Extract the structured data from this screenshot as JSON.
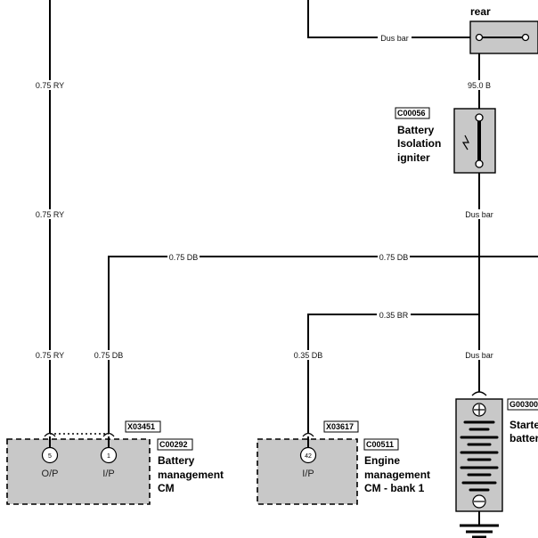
{
  "wire_labels": {
    "ry_top": "0.75 RY",
    "ry_mid": "0.75 RY",
    "ry_low": "0.75 RY",
    "dus_bar_top": "Dus bar",
    "bat_top": "95.0 B",
    "dus_bar_mid": "Dus bar",
    "db_left": "0.75 DB",
    "db_right": "0.75 DB",
    "db_vertical": "0.75 DB",
    "br_horizontal": "0.35 BR",
    "br_vertical": "0.35 DB",
    "dus_bar_low": "Dus bar"
  },
  "components": {
    "bus_rear": {
      "title": "rear"
    },
    "igniter": {
      "code": "C00056",
      "title_lines": [
        "Battery",
        "Isolation",
        "igniter"
      ]
    },
    "bms": {
      "connector": "X03451",
      "code": "C00292",
      "title_lines": [
        "Battery",
        "management",
        "CM"
      ],
      "pins": [
        {
          "num": "5",
          "label": "O/P"
        },
        {
          "num": "1",
          "label": "I/P"
        }
      ]
    },
    "ecm": {
      "connector": "X03617",
      "code": "C00511",
      "title_lines": [
        "Engine",
        "management",
        "CM - bank 1"
      ],
      "pins": [
        {
          "num": "42",
          "label": "I/P"
        }
      ]
    },
    "battery": {
      "code": "G00300",
      "title_lines": [
        "Starte",
        "batter"
      ]
    }
  }
}
